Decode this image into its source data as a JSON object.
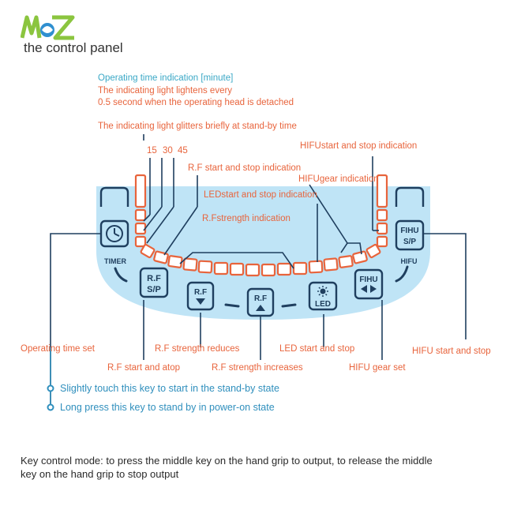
{
  "header": {
    "title": "the control panel"
  },
  "colors": {
    "panel": "#bfe4f6",
    "orange": "#e8643c",
    "dark": "#1f3f5f",
    "teal": "#3aa8c6"
  },
  "annotations": {
    "operating_time_indication": "Operating time indication [minute]",
    "light_lightens_1": "The indicating light lightens every",
    "light_lightens_2": "0.5 second when the operating head is detached",
    "light_glitters": "The indicating light glitters briefly at stand-by time",
    "minutes": [
      "15",
      "30",
      "45"
    ],
    "rf_start_stop_indication": "R.F start and stop indication",
    "hifu_start_stop_indication": "HIFUstart and stop indication",
    "hifu_gear_indication": "HIFUgear indication",
    "led_start_stop_indication": "LEDstart and stop indication",
    "rf_strength_indication": "R.Fstrength indication"
  },
  "panel": {
    "timer_label": "TIMER",
    "hifu_label": "HIFU"
  },
  "buttons": {
    "rf_sp_top": "R.F",
    "rf_sp_bottom": "S/P",
    "rf_down": "R.F",
    "rf_up": "R.F",
    "led": "LED",
    "fihu_gear": "FIHU",
    "fihu_sp_top": "FIHU",
    "fihu_sp_bottom": "S/P"
  },
  "key_labels": {
    "operating_time_set": "Operating time set",
    "rf_strength_reduces": "R.F strength reduces",
    "led_start_stop": "LED start and stop",
    "hifu_start_stop": "HIFU start and stop",
    "rf_start_stop": "R.F start and atop",
    "rf_strength_increases": "R.F strength increases",
    "hifu_gear_set": "HIFU gear set"
  },
  "instructions": {
    "slight_touch": "Slightly touch this key to start in the stand-by state",
    "long_press": "Long press this key to stand by in power-on state"
  },
  "footer": {
    "line1": "Key control mode: to press the middle key on the hand grip to output, to release the middle",
    "line2": "key on the hand grip to stop output"
  }
}
